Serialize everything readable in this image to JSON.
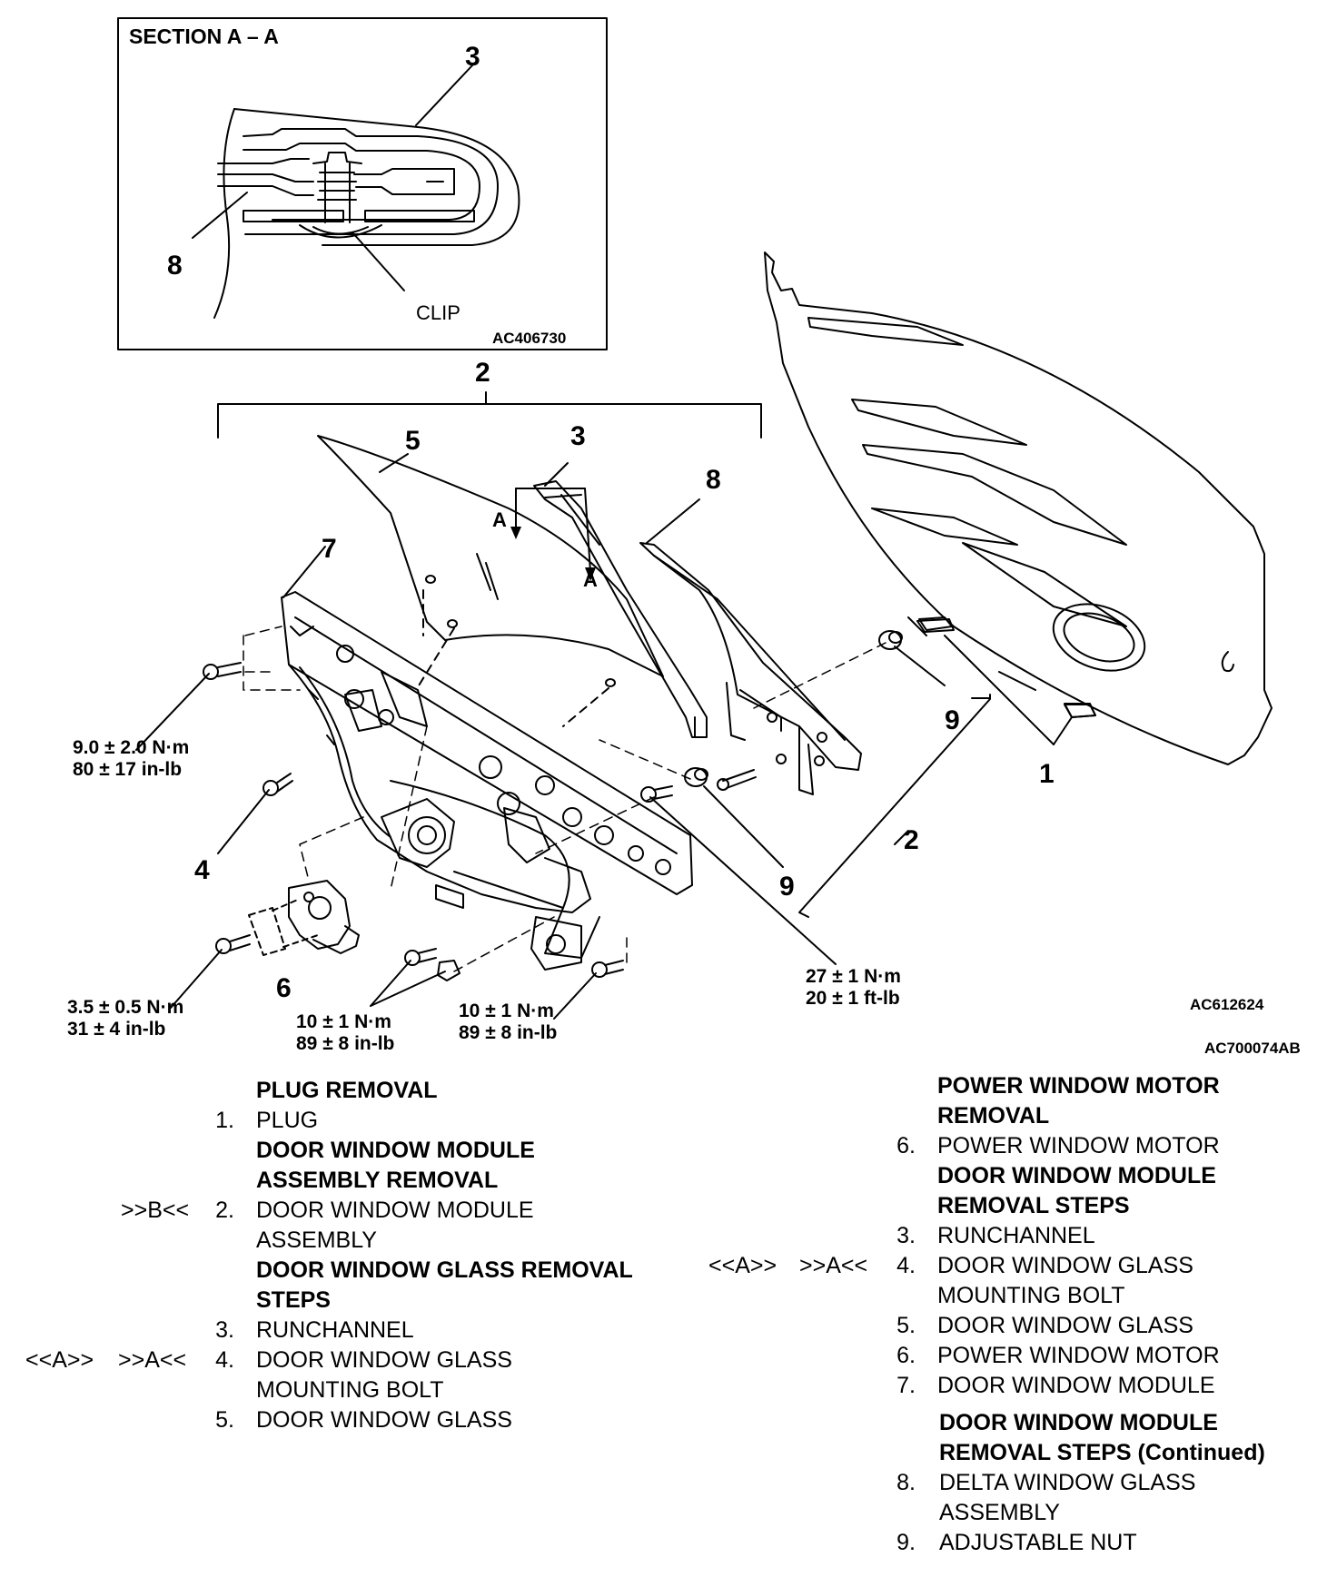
{
  "diagram": {
    "section_title": "SECTION A – A",
    "section_code": "AC406730",
    "clip_label": "CLIP",
    "section_part_3": "3",
    "section_part_8": "8",
    "callouts": {
      "c1": "1",
      "c2_top": "2",
      "c2_right": "2",
      "c3": "3",
      "c4": "4",
      "c5": "5",
      "c6": "6",
      "c7": "7",
      "c8": "8",
      "c9_upper": "9",
      "c9_lower": "9",
      "arrow_a1": "A",
      "arrow_a2": "A"
    },
    "torques": {
      "t1_nm": "9.0 ± 2.0 N·m",
      "t1_in": "80 ± 17 in-lb",
      "t2_nm": "3.5 ± 0.5 N·m",
      "t2_in": "31 ± 4 in-lb",
      "t3_nm": "10 ± 1 N·m",
      "t3_in": "89 ± 8 in-lb",
      "t4_nm": "10 ± 1 N·m",
      "t4_in": "89 ± 8 in-lb",
      "t5_nm": "27 ± 1 N·m",
      "t5_ft": "20 ± 1 ft-lb"
    },
    "code_main": "AC612624",
    "code_page": "AC700074AB"
  },
  "left_steps": {
    "plug_header": "PLUG REMOVAL",
    "s1_num": "1.",
    "s1_text": "PLUG",
    "dwma_header_1": "DOOR WINDOW MODULE",
    "dwma_header_2": "ASSEMBLY REMOVAL",
    "s2_mark": ">>B<<",
    "s2_num": "2.",
    "s2_text_1": "DOOR WINDOW MODULE",
    "s2_text_2": "ASSEMBLY",
    "glass_header_1": "DOOR WINDOW GLASS REMOVAL",
    "glass_header_2": "STEPS",
    "s3_num": "3.",
    "s3_text": "RUNCHANNEL",
    "s4_mark_a": "<<A>>",
    "s4_mark_b": ">>A<<",
    "s4_num": "4.",
    "s4_text_1": "DOOR WINDOW GLASS",
    "s4_text_2": "MOUNTING BOLT",
    "s5_num": "5.",
    "s5_text": "DOOR WINDOW GLASS"
  },
  "right_steps": {
    "motor_header_1": "POWER WINDOW MOTOR",
    "motor_header_2": "REMOVAL",
    "s6_num": "6.",
    "s6_text": "POWER WINDOW MOTOR",
    "module_header_1": "DOOR WINDOW MODULE",
    "module_header_2": "REMOVAL STEPS",
    "r3_num": "3.",
    "r3_text": "RUNCHANNEL",
    "r4_mark_a": "<<A>>",
    "r4_mark_b": ">>A<<",
    "r4_num": "4.",
    "r4_text_1": "DOOR WINDOW GLASS",
    "r4_text_2": "MOUNTING BOLT",
    "r5_num": "5.",
    "r5_text": "DOOR WINDOW GLASS",
    "r6_num": "6.",
    "r6_text": "POWER WINDOW MOTOR",
    "r7_num": "7.",
    "r7_text": "DOOR WINDOW MODULE",
    "cont_header_1": "DOOR WINDOW MODULE",
    "cont_header_2": "REMOVAL STEPS (Continued)",
    "r8_num": "8.",
    "r8_text_1": "DELTA WINDOW GLASS",
    "r8_text_2": "ASSEMBLY",
    "r9_num": "9.",
    "r9_text": "ADJUSTABLE NUT"
  }
}
